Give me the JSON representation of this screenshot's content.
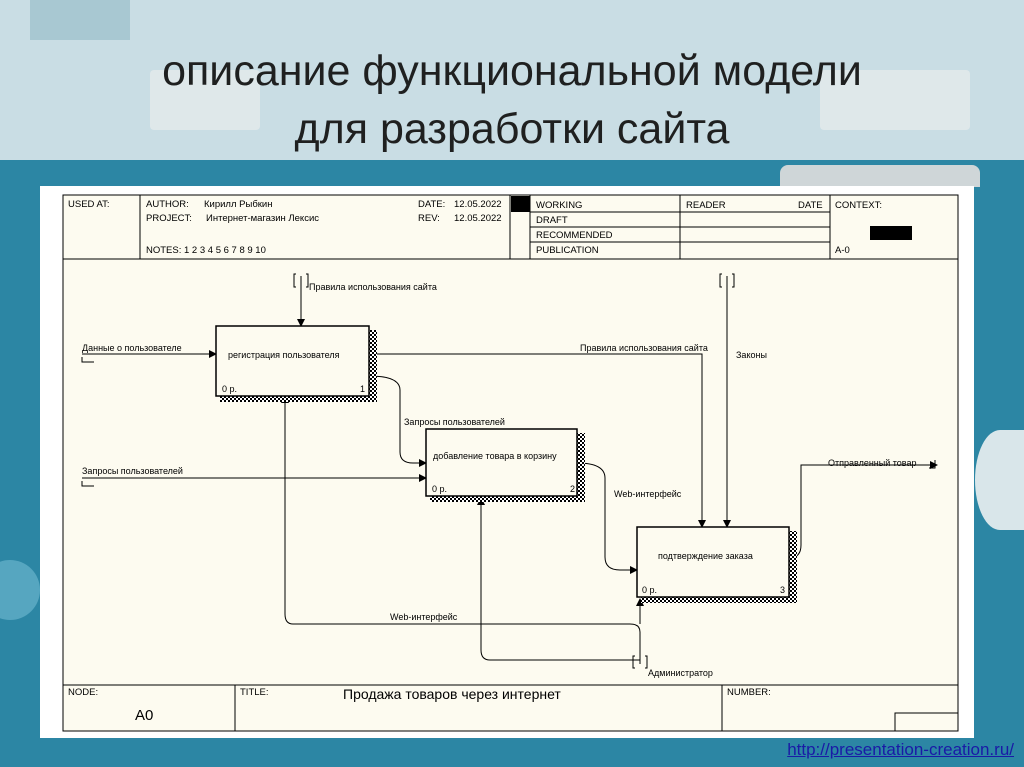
{
  "slide": {
    "title_line1": "описание функциональной модели",
    "title_line2": "для разработки сайта",
    "link": "http://presentation-creation.ru/"
  },
  "header": {
    "used_at": "USED AT:",
    "author_label": "AUTHOR:",
    "author": "Кирилл Рыбкин",
    "project_label": "PROJECT:",
    "project": "Интернет-магазин Лексис",
    "date_label": "DATE:",
    "date": "12.05.2022",
    "rev_label": "REV:",
    "rev": "12.05.2022",
    "notes": "NOTES:  1  2  3  4  5  6  7  8  9  10",
    "status": [
      "WORKING",
      "DRAFT",
      "RECOMMENDED",
      "PUBLICATION"
    ],
    "reader": "READER",
    "reader_date": "DATE",
    "context": "CONTEXT:",
    "context_node": "A-0"
  },
  "boxes": [
    {
      "label": "регистрация пользователя",
      "cost": "0 р.",
      "num": "1"
    },
    {
      "label": "добавление товара в корзину",
      "cost": "0 р.",
      "num": "2"
    },
    {
      "label": "подтверждение заказа",
      "cost": "0 р.",
      "num": "3"
    }
  ],
  "arrows": {
    "rules_top": "Правила использования сайта",
    "user_data": "Данные о пользователе",
    "rules_mid": "Правила использования сайта",
    "laws": "Законы",
    "requests_mid": "Запросы пользователей",
    "requests_left": "Запросы пользователей",
    "web_right": "Web-интерфейс",
    "shipped": "Отправленный товар",
    "web_bottom": "Web-интерфейс",
    "admin": "Администратор"
  },
  "footer": {
    "node_label": "NODE:",
    "node": "A0",
    "title_label": "TITLE:",
    "title": "Продажа товаров через интернет",
    "number_label": "NUMBER:"
  }
}
